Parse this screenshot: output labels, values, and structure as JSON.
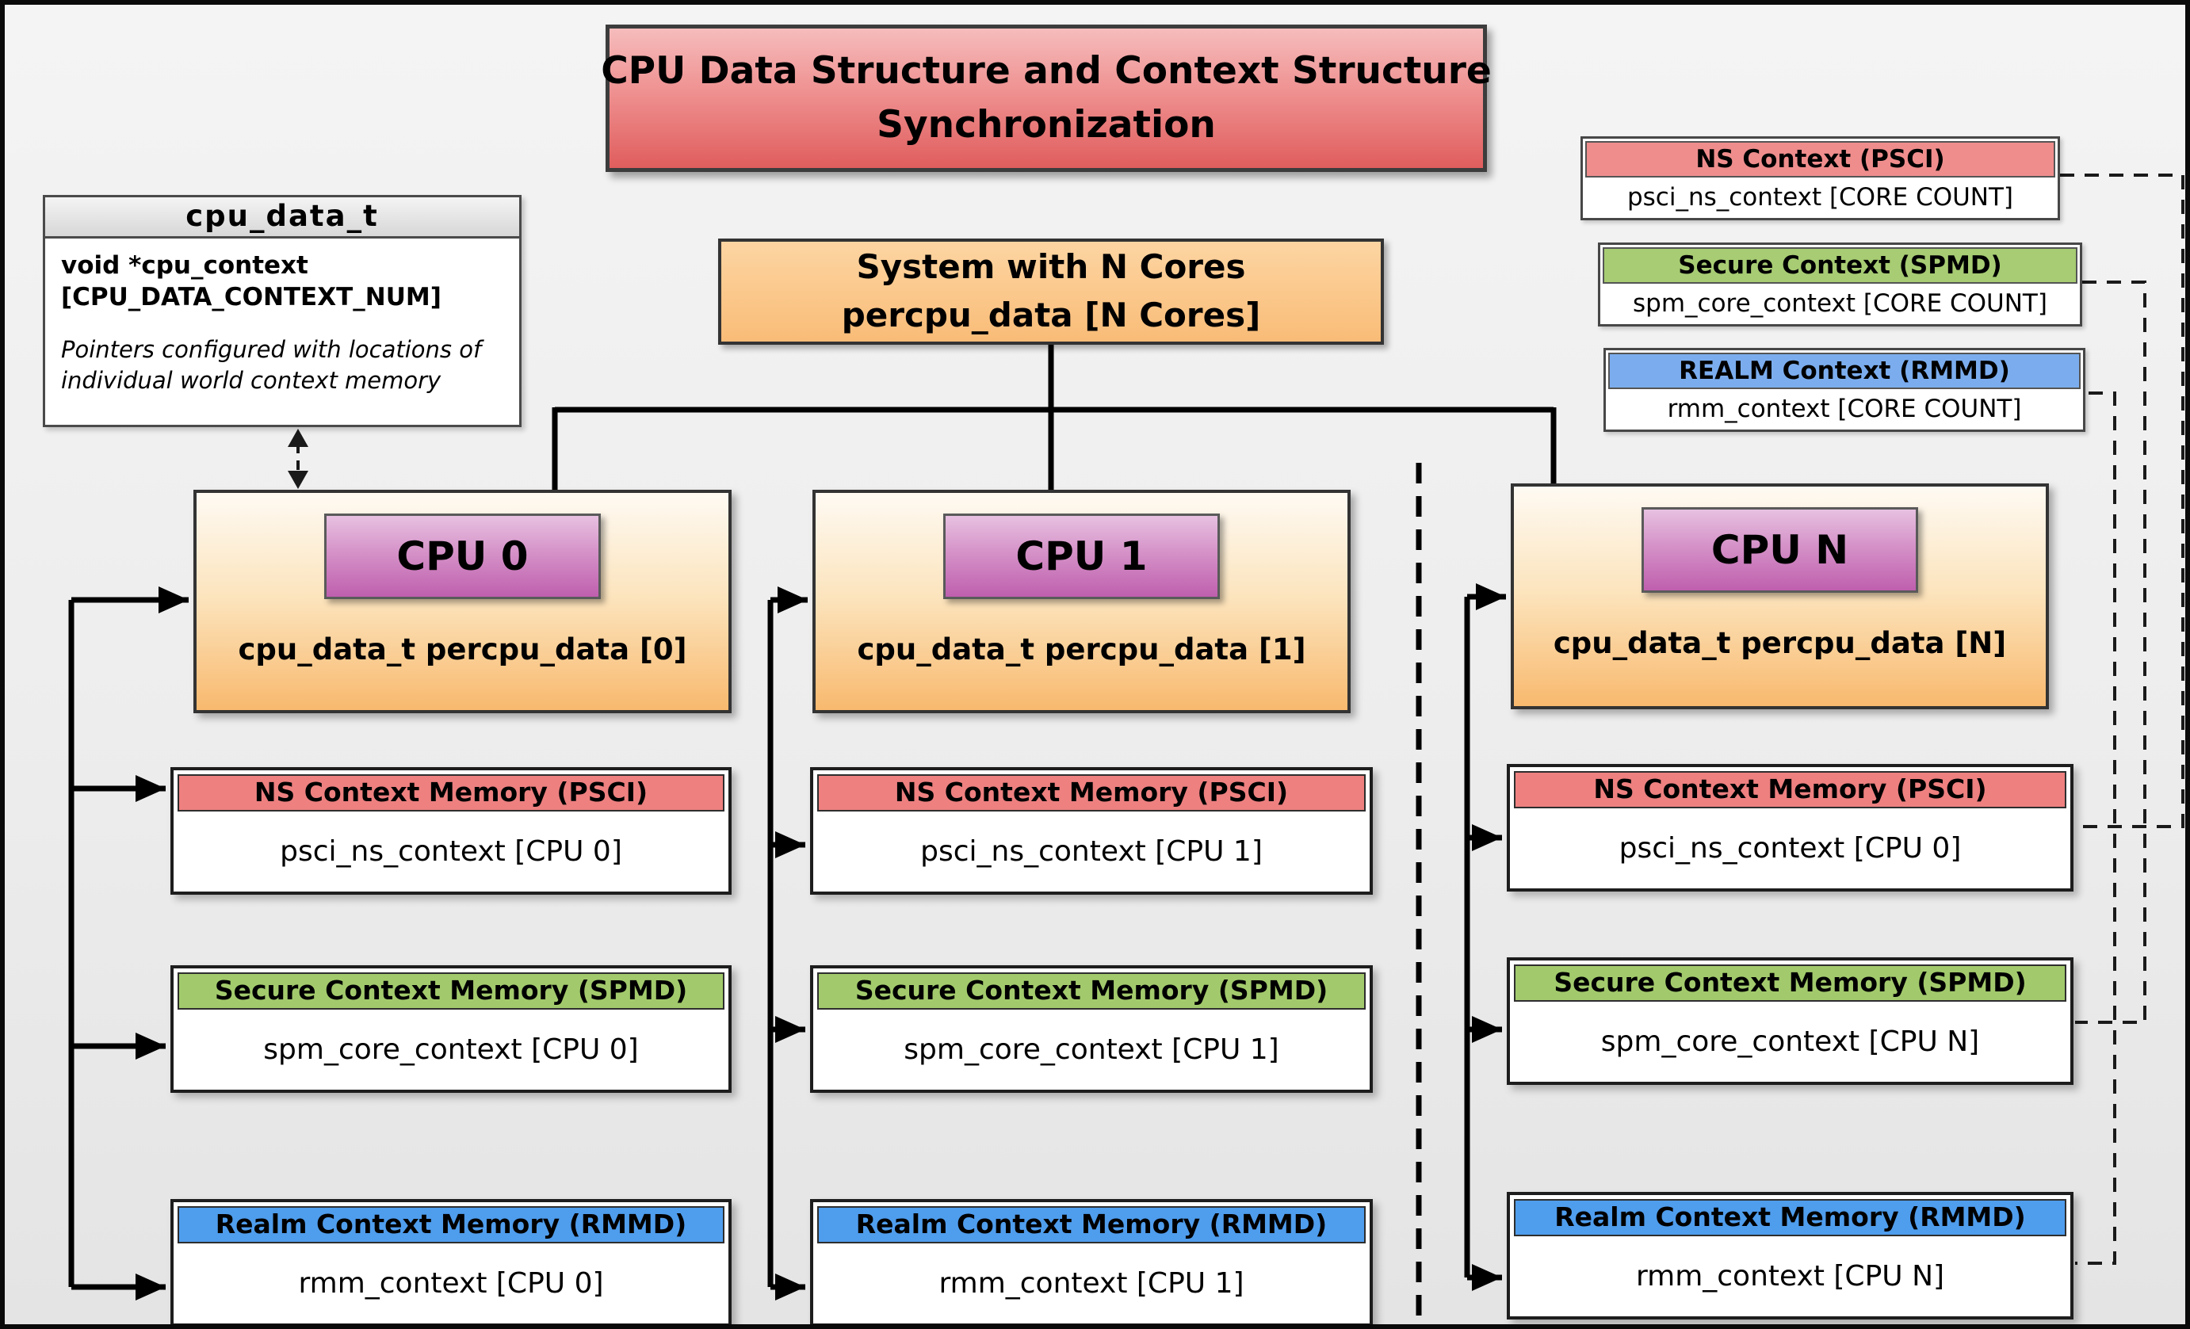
{
  "title": {
    "line1": "CPU Data Structure and Context Structure",
    "line2": "Synchronization"
  },
  "cpu_data_struct": {
    "header": "cpu_data_t",
    "decl_line1": "void  *cpu_context",
    "decl_line2": "[CPU_DATA_CONTEXT_NUM]",
    "note": "Pointers configured with locations of individual world context memory"
  },
  "system_box": {
    "line1": "System with N Cores",
    "line2": "percpu_data [N Cores]"
  },
  "legend": {
    "ns": {
      "header": "NS Context  (PSCI)",
      "body": "psci_ns_context [CORE COUNT]"
    },
    "secure": {
      "header": "Secure Context (SPMD)",
      "body": "spm_core_context [CORE COUNT]"
    },
    "realm": {
      "header": "REALM Context (RMMD)",
      "body": "rmm_context [CORE COUNT]"
    }
  },
  "cpus": [
    {
      "label": "CPU 0",
      "data_label": "cpu_data_t percpu_data [0]",
      "ns": {
        "header": "NS Context Memory (PSCI)",
        "body": "psci_ns_context [CPU 0]"
      },
      "secure": {
        "header": "Secure Context Memory (SPMD)",
        "body": "spm_core_context [CPU 0]"
      },
      "realm": {
        "header": "Realm Context Memory (RMMD)",
        "body": "rmm_context [CPU 0]"
      }
    },
    {
      "label": "CPU 1",
      "data_label": "cpu_data_t percpu_data [1]",
      "ns": {
        "header": "NS Context Memory (PSCI)",
        "body": "psci_ns_context [CPU 1]"
      },
      "secure": {
        "header": "Secure Context Memory (SPMD)",
        "body": "spm_core_context [CPU 1]"
      },
      "realm": {
        "header": "Realm Context Memory (RMMD)",
        "body": "rmm_context [CPU 1]"
      }
    },
    {
      "label": "CPU N",
      "data_label": "cpu_data_t percpu_data [N]",
      "ns": {
        "header": "NS Context Memory (PSCI)",
        "body": "psci_ns_context [CPU 0]"
      },
      "secure": {
        "header": "Secure Context Memory (SPMD)",
        "body": "spm_core_context [CPU N]"
      },
      "realm": {
        "header": "Realm Context Memory (RMMD)",
        "body": "rmm_context [CPU N]"
      }
    }
  ],
  "colors": {
    "title_red": "#e05d5d",
    "ns_header_red": "#ee8080",
    "secure_header_green": "#a2ca6c",
    "realm_header_blue": "#4f9ded",
    "legend_realm_blue": "#7badee",
    "cpu_box_orange": "#f8b96e",
    "cpu_label_purple": "#bf5fae",
    "system_orange": "#f9bc77"
  }
}
